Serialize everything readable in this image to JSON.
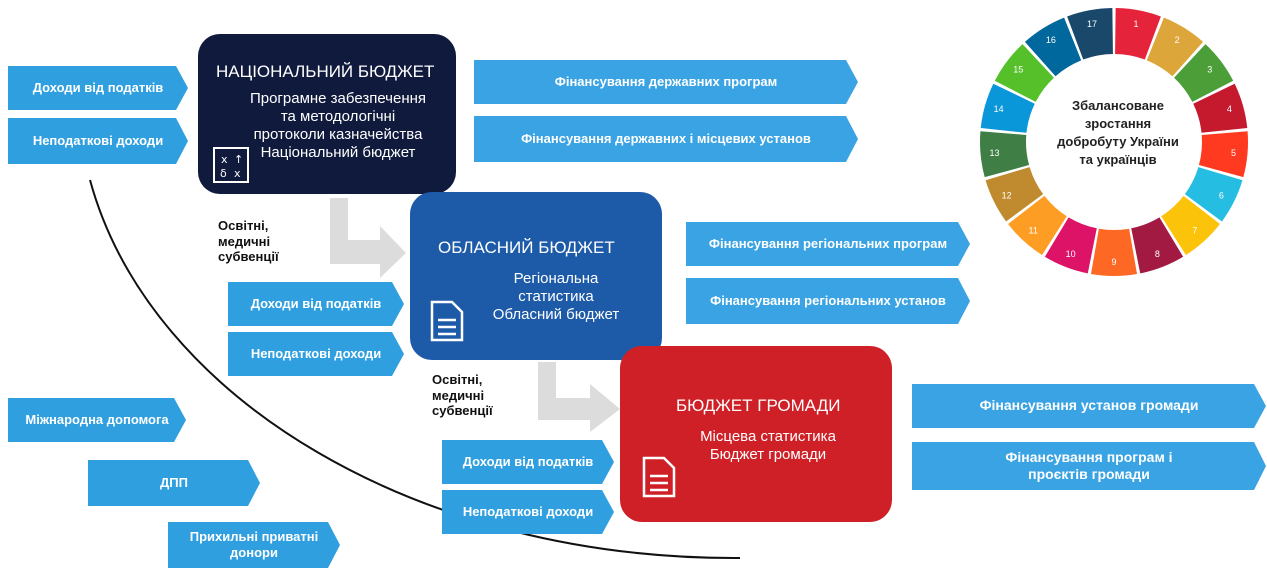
{
  "national": {
    "title": "НАЦІОНАЛЬНИЙ БЮДЖЕТ",
    "subtitle": [
      "Програмне забезпечення",
      "та методологічні",
      "протоколи казначейства",
      "Національний бюджет"
    ],
    "icon": "strategy-board-icon",
    "color": "#0f1a3d"
  },
  "regional": {
    "title": "ОБЛАСНИЙ БЮДЖЕТ",
    "subtitle": [
      "Регіональна",
      "статистика",
      "Обласний бюджет"
    ],
    "icon": "document-icon",
    "color": "#1d5aa8"
  },
  "community": {
    "title": "БЮДЖЕТ ГРОМАДИ",
    "subtitle": [
      "Місцева статистика",
      "Бюджет громади"
    ],
    "icon": "document-icon",
    "color": "#cf2027"
  },
  "left_inputs": {
    "tax_national": "Доходи від податків",
    "nontax_national": "Неподаткові доходи",
    "intl_aid": "Міжнародна допомога",
    "ppp": "ДПП",
    "donors": [
      "Прихильні приватні",
      "донори"
    ]
  },
  "regional_inputs": {
    "tax": "Доходи від податків",
    "nontax": "Неподаткові доходи"
  },
  "community_inputs": {
    "tax": "Доходи від податків",
    "nontax": "Неподаткові доходи"
  },
  "subventions": [
    "Освітні,",
    "медичні",
    "субвенції"
  ],
  "outputs": {
    "national_1": "Фінансування державних програм",
    "national_2": "Фінансування державних і місцевих установ",
    "regional_1": "Фінансування регіональних програм",
    "regional_2": "Фінансування регіональних установ",
    "community_1": "Фінансування установ громади",
    "community_2": [
      "Фінансування програм і",
      "проєктів громади"
    ]
  },
  "sdg_wheel": {
    "center_text": [
      "Збалансоване",
      "зростання",
      "добробуту України",
      "та українців"
    ],
    "goal_numbers": [
      "1",
      "2",
      "3",
      "4",
      "5",
      "6",
      "7",
      "8",
      "9",
      "10",
      "11",
      "12",
      "13",
      "14",
      "15",
      "16",
      "17"
    ],
    "colors": [
      "#e5243b",
      "#dda63a",
      "#4c9f38",
      "#c5192d",
      "#ff3a21",
      "#26bde2",
      "#fcc30b",
      "#a21942",
      "#fd6925",
      "#dd1367",
      "#fd9d24",
      "#bf8b2e",
      "#3f7e44",
      "#0a97d9",
      "#56c02b",
      "#00689d",
      "#19486a"
    ]
  },
  "accent_colors": {
    "arrow": "#2f9fe0",
    "flow_arrow": "#d9d9d9"
  }
}
